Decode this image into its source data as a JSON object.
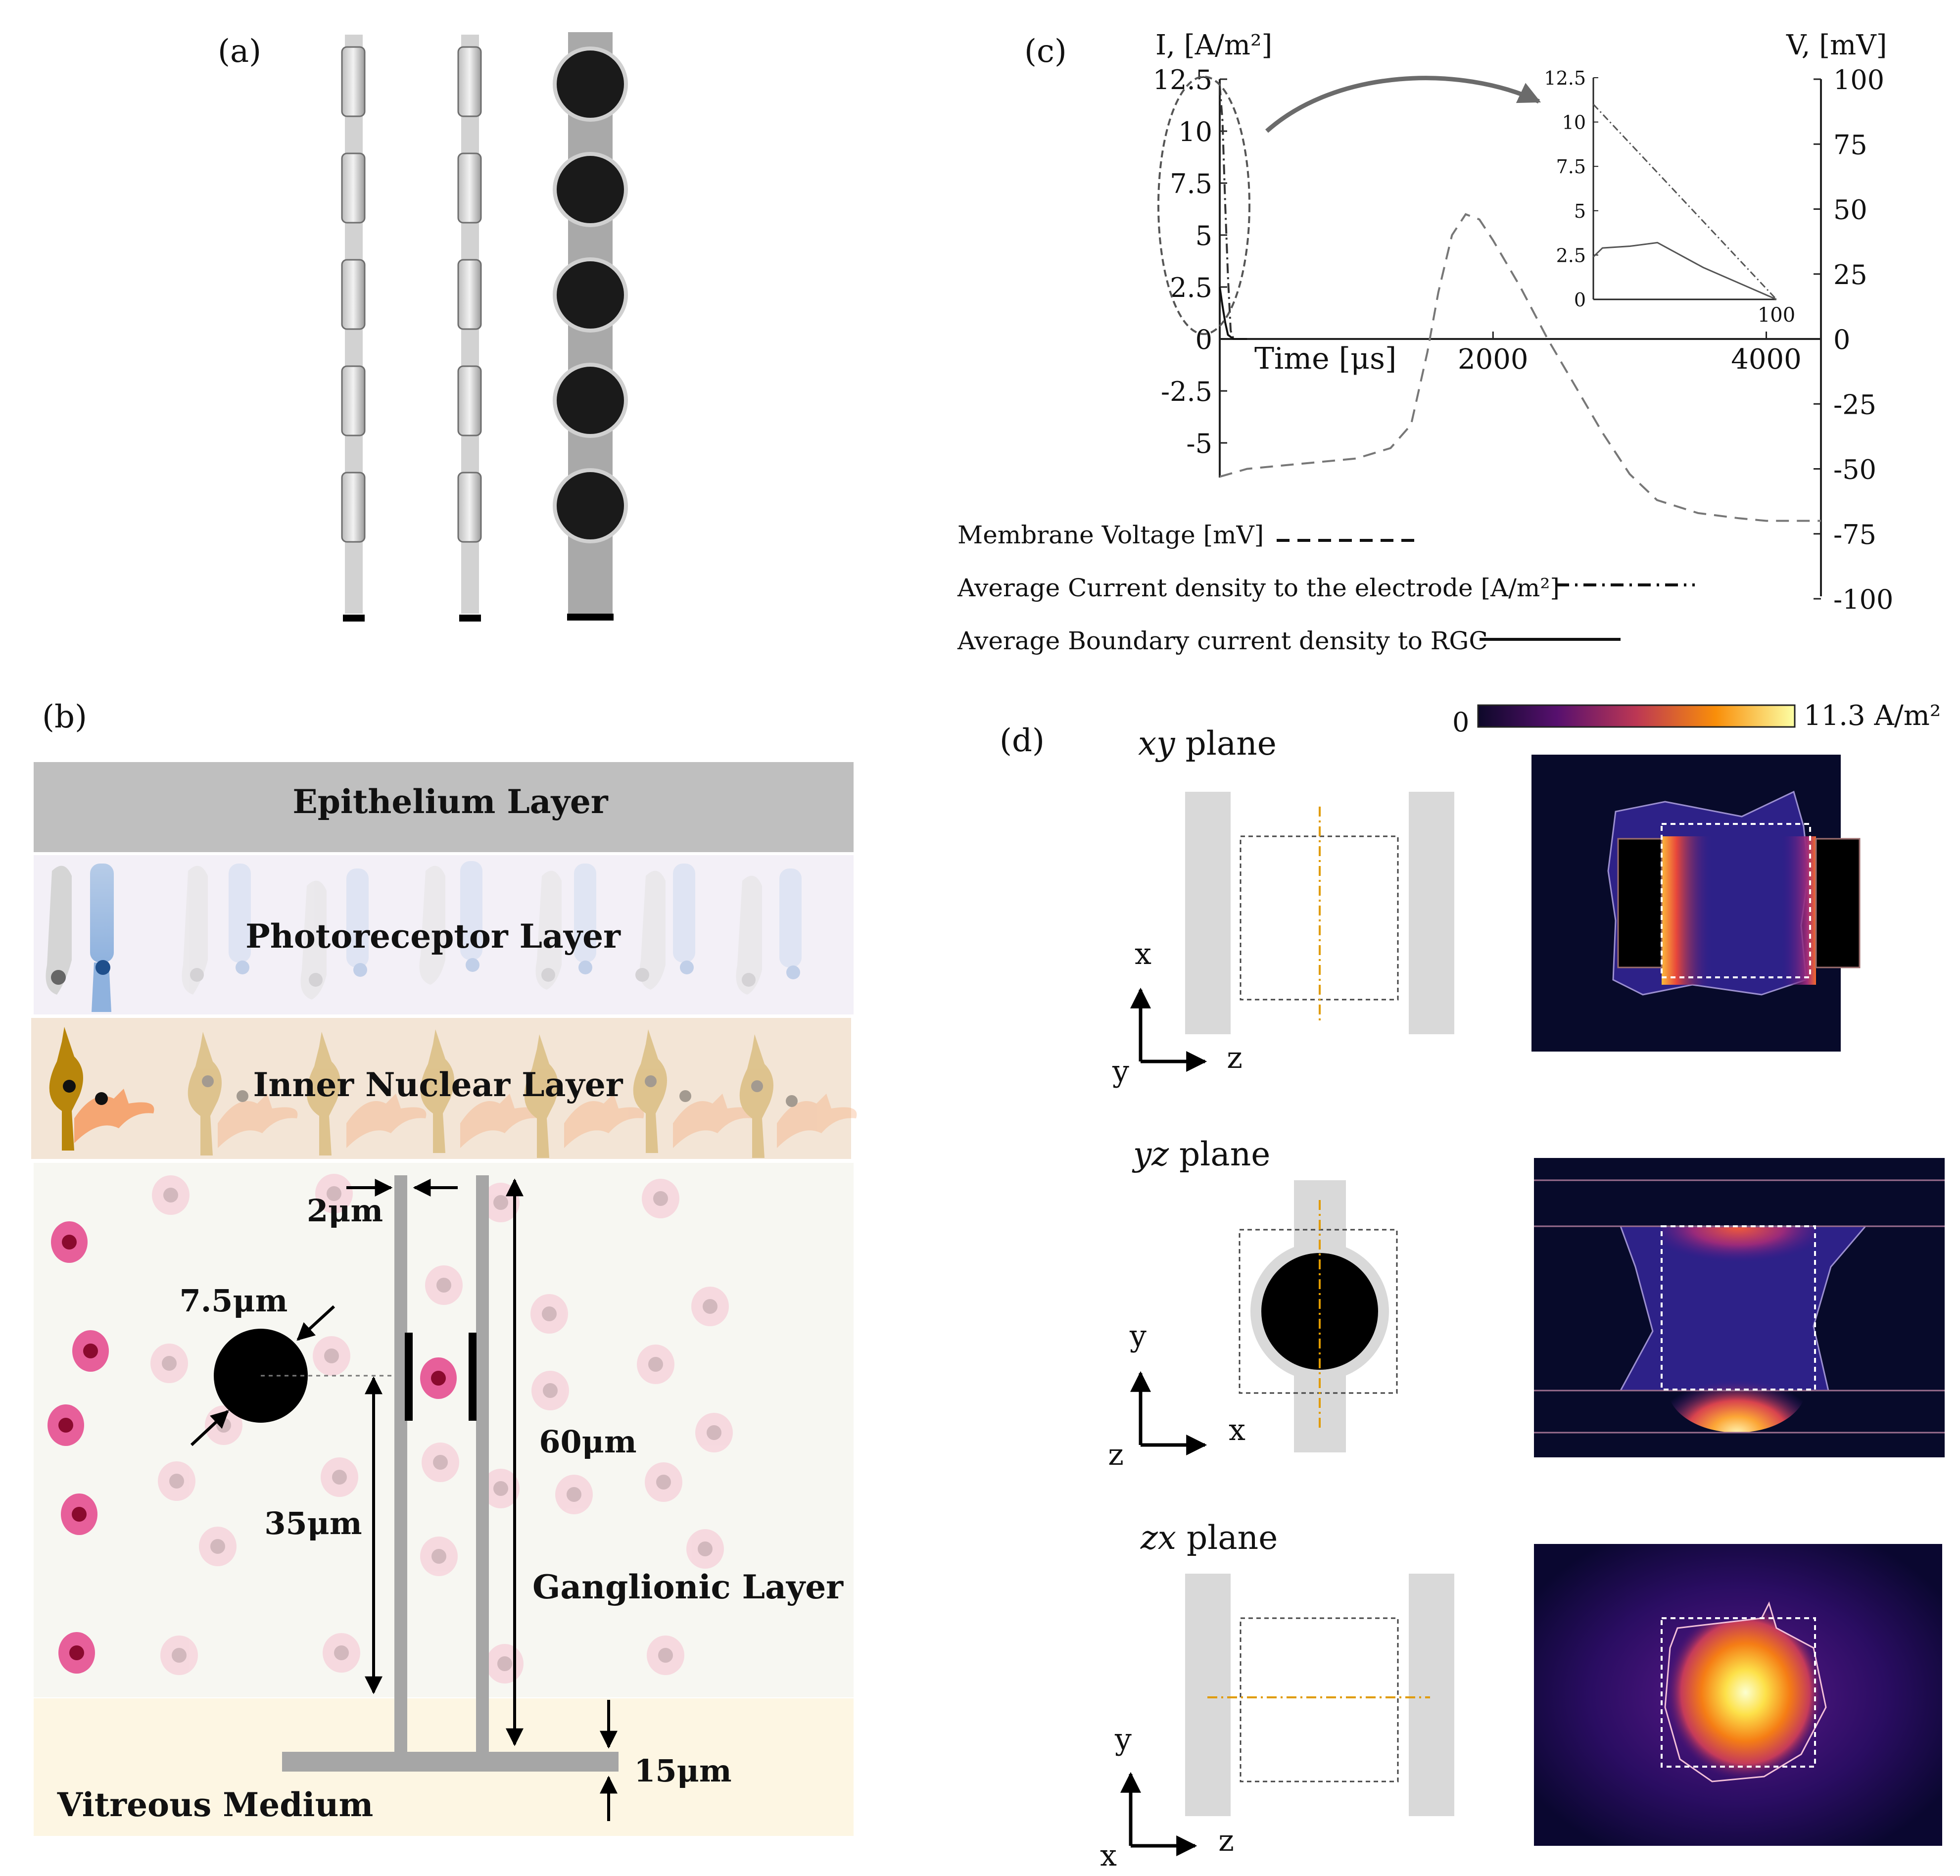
{
  "panels": {
    "a": "(a)",
    "b": "(b)",
    "c": "(c)",
    "d": "(d)"
  },
  "panel_b": {
    "layers": {
      "epithelium": "Epithelium Layer",
      "photoreceptor": "Photoreceptor Layer",
      "inner_nuclear": "Inner Nuclear Layer",
      "ganglionic": "Ganglionic Layer",
      "vitreous": "Vitreous Medium"
    },
    "dimensions": {
      "width": "2μm",
      "diameter": "7.5μm",
      "height_60": "60μm",
      "height_35": "35μm",
      "base": "15μm"
    },
    "colors": {
      "epithelium": "#bfbfbf",
      "photoreceptor": "#f3f0f7",
      "inner_nuclear": "#f3e5d6",
      "ganglionic": "#f7f7f2",
      "vitreous": "#fdf6e3",
      "electrode": "#a6a6a6"
    }
  },
  "panel_c": {
    "left_axis_title": "I, [A/m²]",
    "right_axis_title": "V, [mV]",
    "x_axis_title": "Time [μs]",
    "legend": [
      {
        "label": "Membrane Voltage [mV]",
        "style": "dashed"
      },
      {
        "label": "Average Current density to the electrode [A/m²]",
        "style": "dashdot"
      },
      {
        "label": "Average Boundary current density to RGC",
        "style": "solid"
      }
    ]
  },
  "chart_data": {
    "type": "line",
    "x_ticks": [
      "2000",
      "4000"
    ],
    "left_ticks": [
      "12.5",
      "10",
      "7.5",
      "5",
      "2.5",
      "0",
      "-2.5",
      "-5"
    ],
    "right_ticks": [
      "100",
      "75",
      "50",
      "25",
      "0",
      "-25",
      "-50",
      "-75",
      "-100"
    ],
    "xlim": [
      0,
      4400
    ],
    "ylim_left": [
      -6.25,
      12.5
    ],
    "ylim_right": [
      -100,
      100
    ],
    "series": [
      {
        "name": "Membrane Voltage [mV]",
        "axis": "right",
        "x": [
          0,
          200,
          600,
          1000,
          1250,
          1400,
          1520,
          1600,
          1700,
          1800,
          1900,
          2000,
          2200,
          2400,
          2600,
          2800,
          3000,
          3200,
          3500,
          3800,
          4000,
          4400
        ],
        "y": [
          -53,
          -50,
          -48,
          -46,
          -42,
          -33,
          -5,
          18,
          40,
          48,
          46,
          38,
          20,
          0,
          -18,
          -36,
          -52,
          -62,
          -67,
          -69,
          -70,
          -70
        ]
      },
      {
        "name": "Average Current density to the electrode [A/m²]",
        "axis": "left",
        "x": [
          0,
          20,
          40,
          60,
          80,
          100,
          200
        ],
        "y": [
          12.2,
          10.5,
          6.5,
          3.0,
          0.4,
          0.0,
          0.0
        ]
      },
      {
        "name": "Average Boundary current density to RGC",
        "axis": "left",
        "x": [
          0,
          20,
          40,
          60,
          80,
          100,
          200
        ],
        "y": [
          2.5,
          1.6,
          0.8,
          0.2,
          0.1,
          0.0,
          0.0
        ]
      }
    ],
    "inset": {
      "x_ticks": [
        "100"
      ],
      "y_ticks": [
        "12.5",
        "10",
        "7.5",
        "5",
        "2.5",
        "0"
      ],
      "xlim": [
        0,
        100
      ],
      "ylim": [
        0,
        12.5
      ],
      "series": [
        {
          "name": "Average Current density to the electrode [A/m²]",
          "x": [
            0,
            100
          ],
          "y": [
            11.0,
            0.0
          ]
        },
        {
          "name": "Average Boundary current density to RGC",
          "x": [
            0,
            5,
            20,
            35,
            60,
            100
          ],
          "y": [
            2.4,
            2.9,
            3.0,
            3.2,
            1.8,
            0.0
          ]
        }
      ]
    }
  },
  "panel_d": {
    "colorbar": {
      "min": "0",
      "max": "11.3 A/m²"
    },
    "planes": [
      {
        "title_italic": "xy",
        "title_rest": " plane",
        "axes": {
          "up": "x",
          "right": "z",
          "corner": "y"
        }
      },
      {
        "title_italic": "yz",
        "title_rest": " plane",
        "axes": {
          "up": "y",
          "right": "x",
          "corner": "z"
        }
      },
      {
        "title_italic": "zx",
        "title_rest": " plane",
        "axes": {
          "up": "y",
          "right": "z",
          "corner": "x"
        }
      }
    ]
  }
}
